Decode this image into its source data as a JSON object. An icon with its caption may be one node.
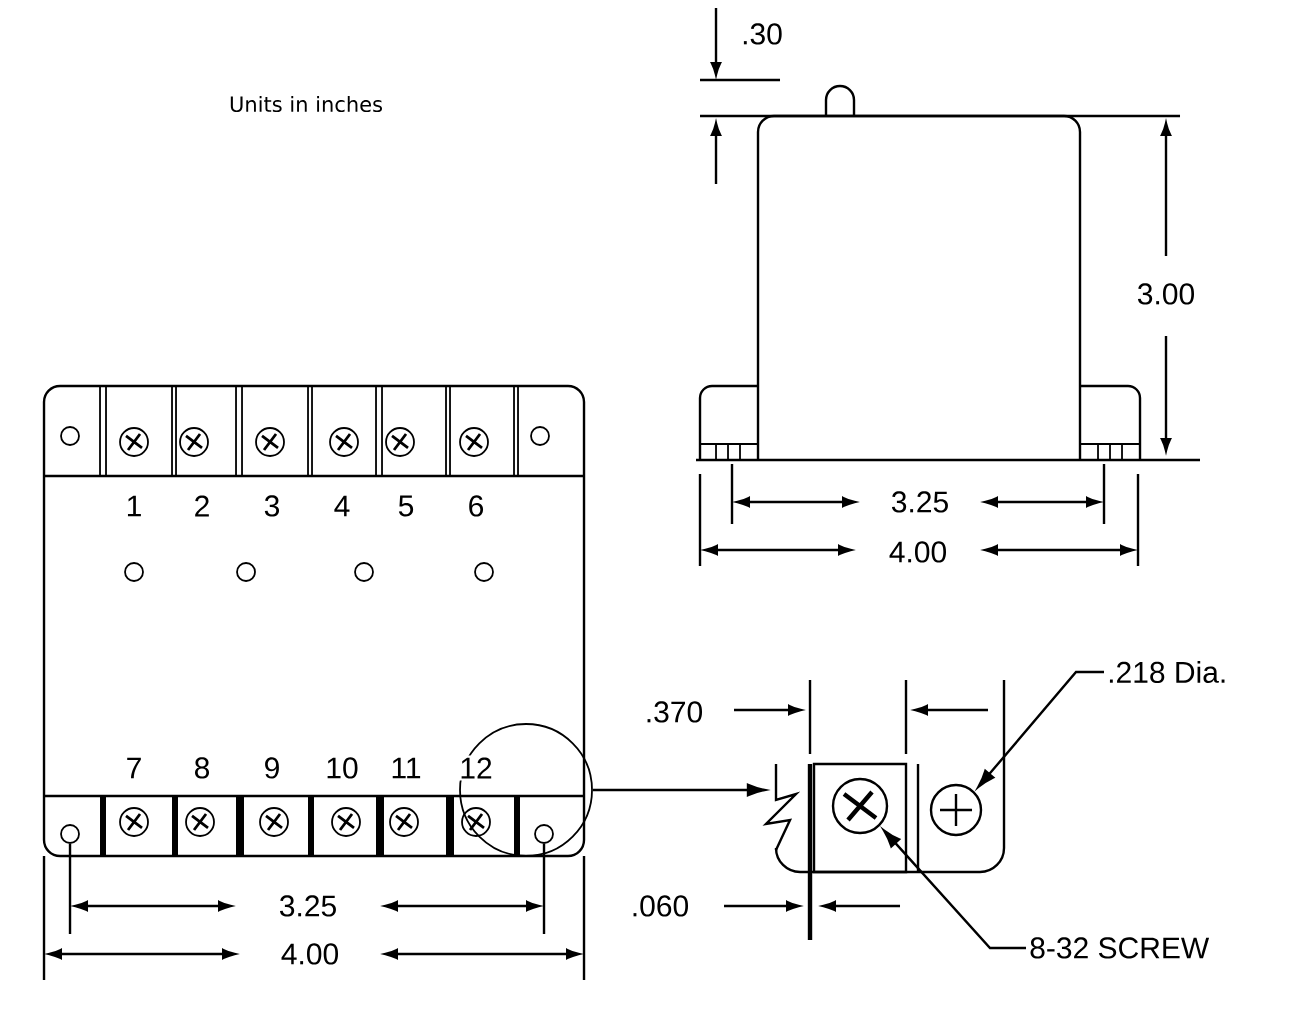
{
  "diagram": {
    "nodes": [
      {
        "text": [],
        "shape": "circle"
      },
      {
        "text": [],
        "shape": "picture"
      },
      {
        "text": [],
        "shape": "circle",
        "in": 1
      },
      {
        "text": [],
        "shape": "circle",
        "in": 1
      },
      {
        "text": [
          ".218 Dia."
        ]
      },
      {
        "text": [
          "8-32 SCREW"
        ]
      }
    ],
    "edges": [
      {
        "from": 0,
        "to": 1,
        "arrow": "to"
      },
      {
        "from": 4,
        "to": 3,
        "arrow": "to"
      },
      {
        "from": 5,
        "to": 2,
        "arrow": "to"
      }
    ],
    "labels": [
      "Units in inches",
      ".30",
      "3.00",
      "1",
      "2",
      "3",
      "4",
      "5",
      "6",
      "3.25",
      "4.00",
      ".370",
      "7",
      "8",
      "9",
      "10",
      "11",
      "12",
      "3.25",
      "4.00",
      ".060"
    ]
  }
}
